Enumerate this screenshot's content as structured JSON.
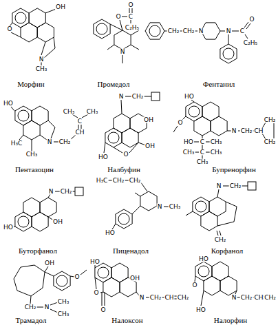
{
  "diagram": {
    "labels": [
      "Морфин",
      "OH",
      "O",
      "N",
      "CH₃",
      "Промедол",
      "O",
      "C",
      "O",
      "C₂H₅",
      "N",
      "Фентанил",
      "CH₂",
      "CH₂",
      "N",
      "N",
      "C",
      "O",
      "C₂H₅",
      "Пентазоцин",
      "HO",
      "H₃C",
      "CH₃",
      "N",
      "CH₂",
      "CH",
      "C",
      "CH₃",
      "CH₃",
      "Налбуфин",
      "N",
      "CH₂",
      "OH",
      "HO",
      "O",
      "OH",
      "Бупренорфин",
      "HO",
      "O",
      "N",
      "CH₂",
      "CH",
      "CH₂",
      "CH₂",
      "HO",
      "C",
      "CH₃",
      "CH₃",
      "C",
      "CH₃",
      "CH₃",
      "Буторфанол",
      "N",
      "CH₂",
      "HO",
      "OH",
      "Пиценадол",
      "H₃C",
      "CH₂",
      "CH₂",
      "N",
      "CH₃",
      "HO",
      "Корфанол",
      "N",
      "CH₂",
      "CH₂",
      "Трамадол",
      "OH",
      "O",
      "CH₂",
      "N",
      "CH₃",
      "CH₃",
      "Налоксон",
      "HO",
      "O",
      "O",
      "OH",
      "N",
      "CH₂",
      "CH",
      "CH₂",
      "Налорфин",
      "HO",
      "O",
      "HO",
      "N",
      "CH₂",
      "CH",
      "CH₂"
    ]
  }
}
